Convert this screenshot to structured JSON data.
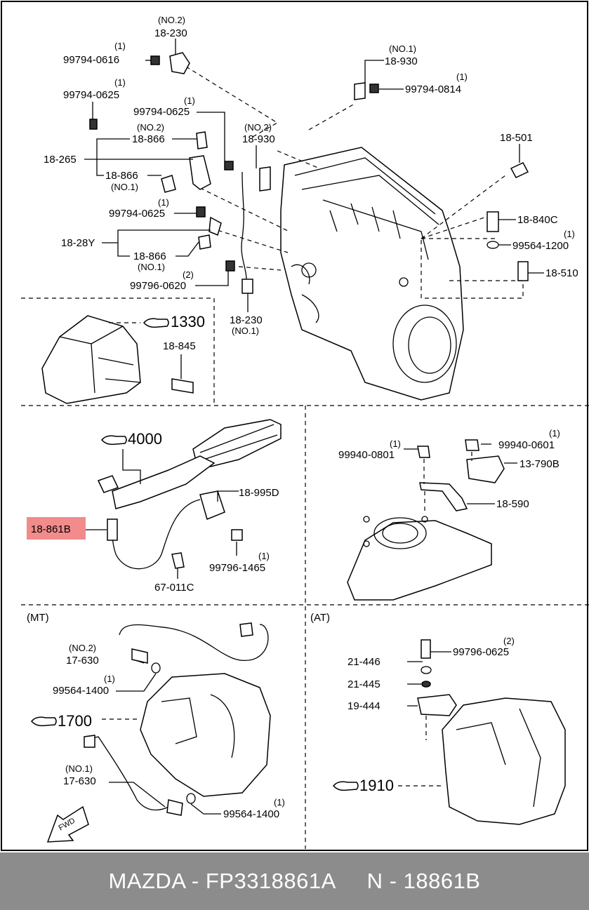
{
  "labels": {
    "l01": "(NO.2)",
    "l02": "18-230",
    "l03": "(1)",
    "l04": "99794-0616",
    "l05": "(NO.1)",
    "l06": "18-930",
    "l07": "(1)",
    "l08": "99794-0814",
    "l09": "(1)",
    "l10": "99794-0625",
    "l11": "(1)",
    "l12": "99794-0625",
    "l13": "(NO.2)",
    "l14": "18-866",
    "l15": "(NO.2)",
    "l16": "18-930",
    "l17": "18-501",
    "l18": "18-265",
    "l19": "18-866",
    "l20": "(NO.1)",
    "l21": "(1)",
    "l22": "99794-0625",
    "l23": "18-840C",
    "l24": "(1)",
    "l25": "99564-1200",
    "l26": "18-28Y",
    "l27": "18-866",
    "l28": "(NO.1)",
    "l29": "18-510",
    "l30": "(2)",
    "l31": "99796-0620",
    "l32": "1330",
    "l33": "18-230",
    "l34": "(NO.1)",
    "l35": "18-845",
    "l36": "4000",
    "l37": "(1)",
    "l38": "99940-0801",
    "l39": "(1)",
    "l40": "99940-0601",
    "l41": "13-790B",
    "l42": "18-995D",
    "l43": "18-590",
    "l44": "18-861B",
    "l45": "(1)",
    "l46": "99796-1465",
    "l47": "67-011C",
    "l48": "(MT)",
    "l49": "(AT)",
    "l50": "(NO.2)",
    "l51": "17-630",
    "l52": "(2)",
    "l53": "99796-0625",
    "l54": "21-446",
    "l55": "(1)",
    "l56": "99564-1400",
    "l57": "21-445",
    "l58": "19-444",
    "l59": "1700",
    "l60": "(NO.1)",
    "l61": "17-630",
    "l62": "1910",
    "l63": "(1)",
    "l64": "99564-1400",
    "l65": "FWD"
  },
  "footer": {
    "text": "MAZDA - FP3318861A     N - 18861B"
  },
  "colors": {
    "highlight": "#f28b8b",
    "footer_bg": "#8c8c8c"
  }
}
